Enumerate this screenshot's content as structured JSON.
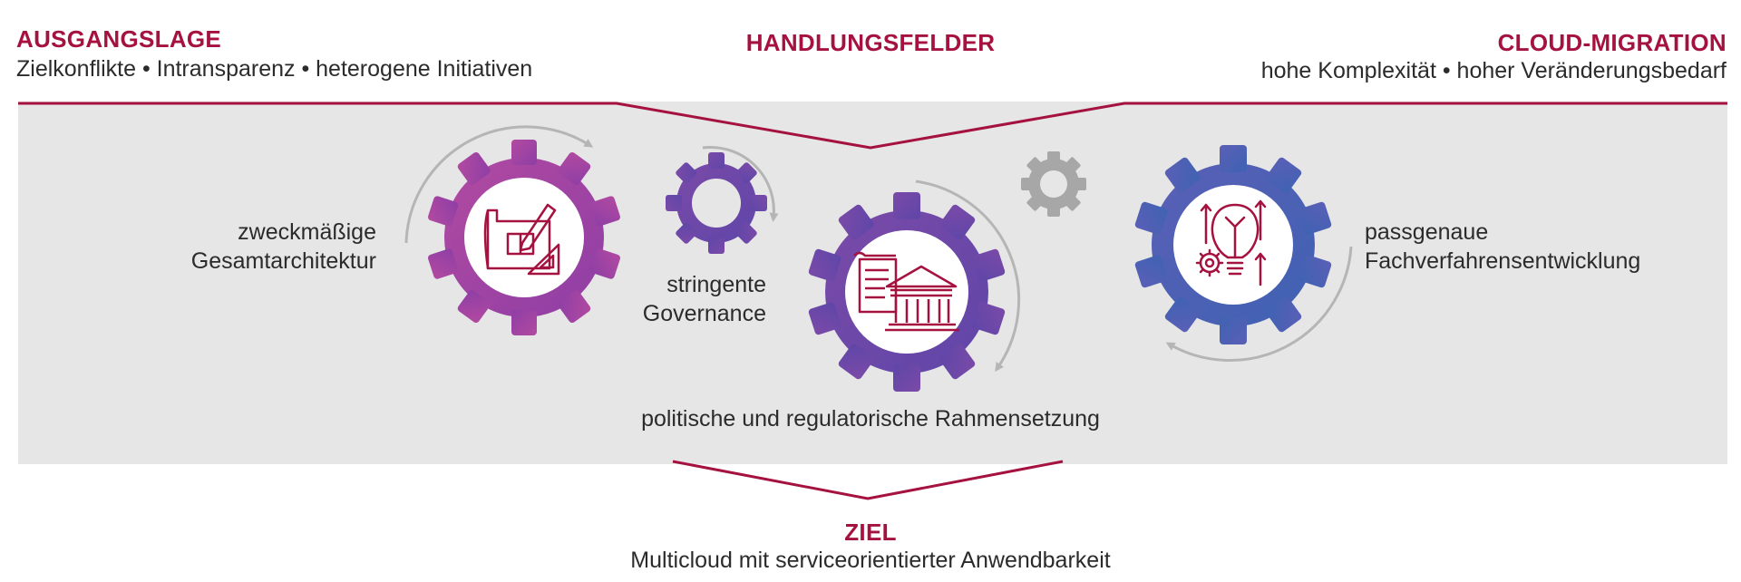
{
  "header": {
    "left_title": "AUSGANGSLAGE",
    "left_text": "Zielkonflikte • Intransparenz • heterogene Initiativen",
    "center_title": "HANDLUNGSFELDER",
    "right_title": "CLOUD-MIGRATION",
    "right_text": "hohe Komplexität • hoher Veränderungsbedarf"
  },
  "fields": {
    "architecture": [
      "zweckmäßige",
      "Gesamtarchitektur"
    ],
    "governance": [
      "stringente",
      "Governance"
    ],
    "framework": "politische und regulatorische Rahmensetzung",
    "development": [
      "passgenaue",
      "Fachverfahrensentwicklung"
    ]
  },
  "goal": {
    "title": "ZIEL",
    "text": "Multicloud mit serviceorientierter Anwendbarkeit"
  },
  "colors": {
    "accent": "#a5123f",
    "band": "#e6e6e6",
    "gear_magenta": "#a9459f",
    "gear_purple": "#6a4aa8",
    "gear_blue": "#4d62b3",
    "gear_grey": "#a7a7a7",
    "arrow_grey": "#b5b5b5"
  },
  "icons": [
    "blueprint-icon",
    "government-building-icon",
    "lightbulb-gear-icon"
  ]
}
